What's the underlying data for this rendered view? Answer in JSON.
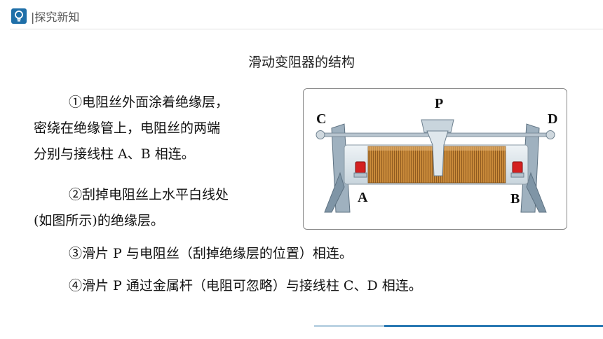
{
  "header": {
    "title": "|探究新知",
    "icon": "lightbulb-icon"
  },
  "main": {
    "title": "滑动变阻器的结构",
    "paragraphs": [
      {
        "lines": [
          "①电阻丝外面涂着绝缘层，",
          "密绕在绝缘管上，电阻丝的两端",
          "分别与接线柱 A、B 相连。"
        ]
      },
      {
        "lines": [
          "②刮掉电阻丝上水平白线处",
          "(如图所示)的绝缘层。"
        ]
      },
      {
        "lines": [
          "③滑片 P 与电阻丝（刮掉绝缘层的位置）相连。"
        ]
      },
      {
        "lines": [
          "④滑片 P 通过金属杆（电阻可忽略）与接线柱 C、D 相连。"
        ]
      }
    ]
  },
  "figure": {
    "labels": {
      "p": "P",
      "c": "C",
      "d": "D",
      "a": "A",
      "b": "B"
    },
    "colors": {
      "coil": "#c98a3a",
      "frame": "#7f95a6",
      "terminal": "#d42020",
      "accent": "#2a79b3"
    }
  }
}
